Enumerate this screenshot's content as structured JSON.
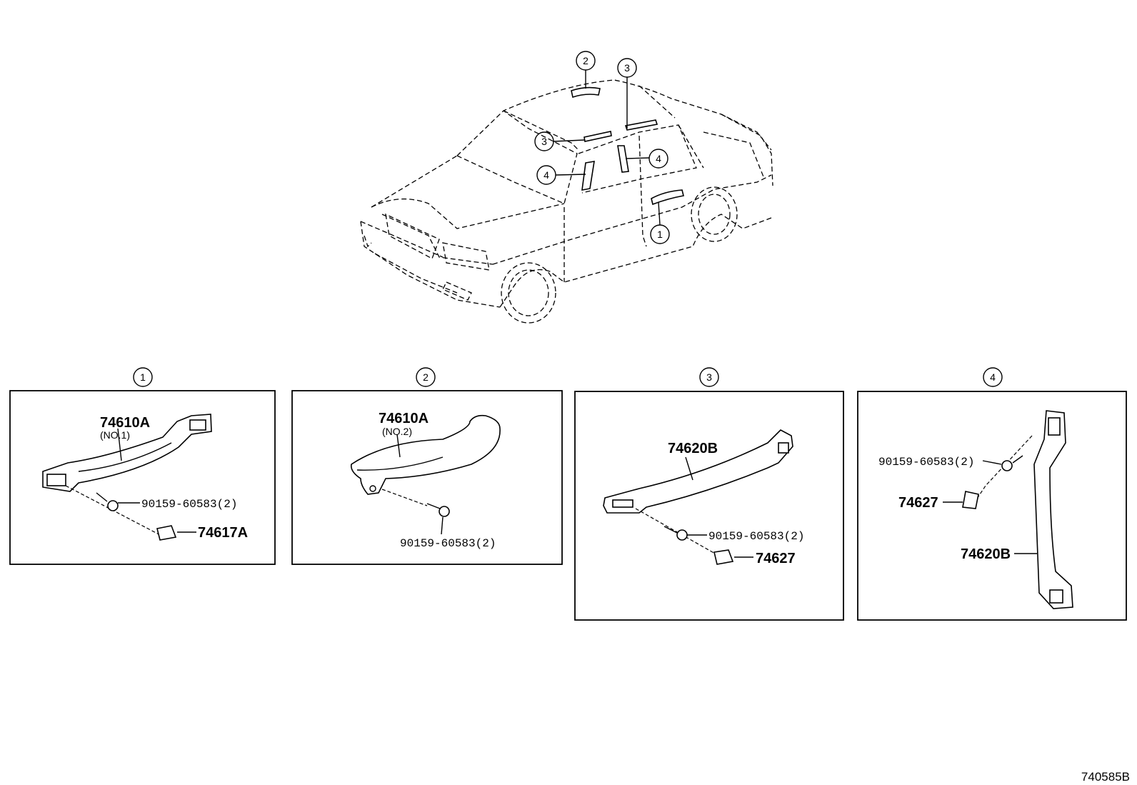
{
  "car_callouts": [
    "2",
    "3",
    "3",
    "4",
    "4",
    "1"
  ],
  "panels": [
    {
      "number": "1",
      "handle_part": "74610A",
      "handle_sub": "(NO.1)",
      "screw_part": "90159-60583(2)",
      "cap_part": "74617A"
    },
    {
      "number": "2",
      "handle_part": "74610A",
      "handle_sub": "(NO.2)",
      "screw_part": "90159-60583(2)"
    },
    {
      "number": "3",
      "handle_part": "74620B",
      "screw_part": "90159-60583(2)",
      "cap_part": "74627"
    },
    {
      "number": "4",
      "handle_part": "74620B",
      "screw_part": "90159-60583(2)",
      "cap_part": "74627"
    }
  ],
  "diagram_code": "740585B"
}
